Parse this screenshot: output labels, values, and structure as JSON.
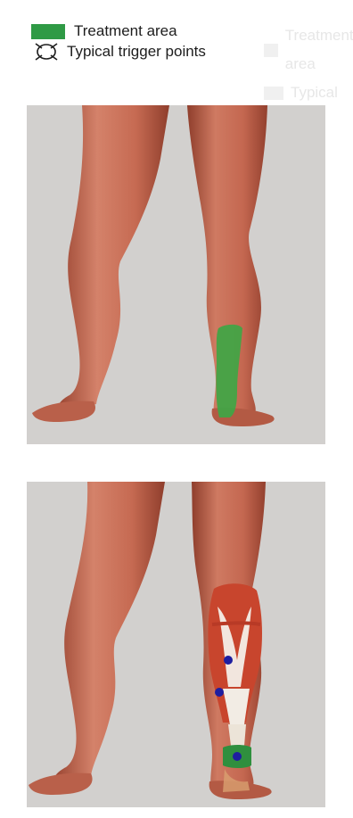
{
  "legend": {
    "items": [
      {
        "label": "Treatment area",
        "icon": "green-swatch",
        "color": "#2f9a45"
      },
      {
        "label": "Typical trigger points",
        "icon": "trigger-point-icon"
      }
    ]
  },
  "figures": [
    {
      "name": "legs-treatment-area",
      "highlight_color": "#3fa645"
    },
    {
      "name": "legs-muscle-trigger-points",
      "trigger_point_color": "#1e1ea0",
      "muscle_color": "#c8452d"
    }
  ]
}
